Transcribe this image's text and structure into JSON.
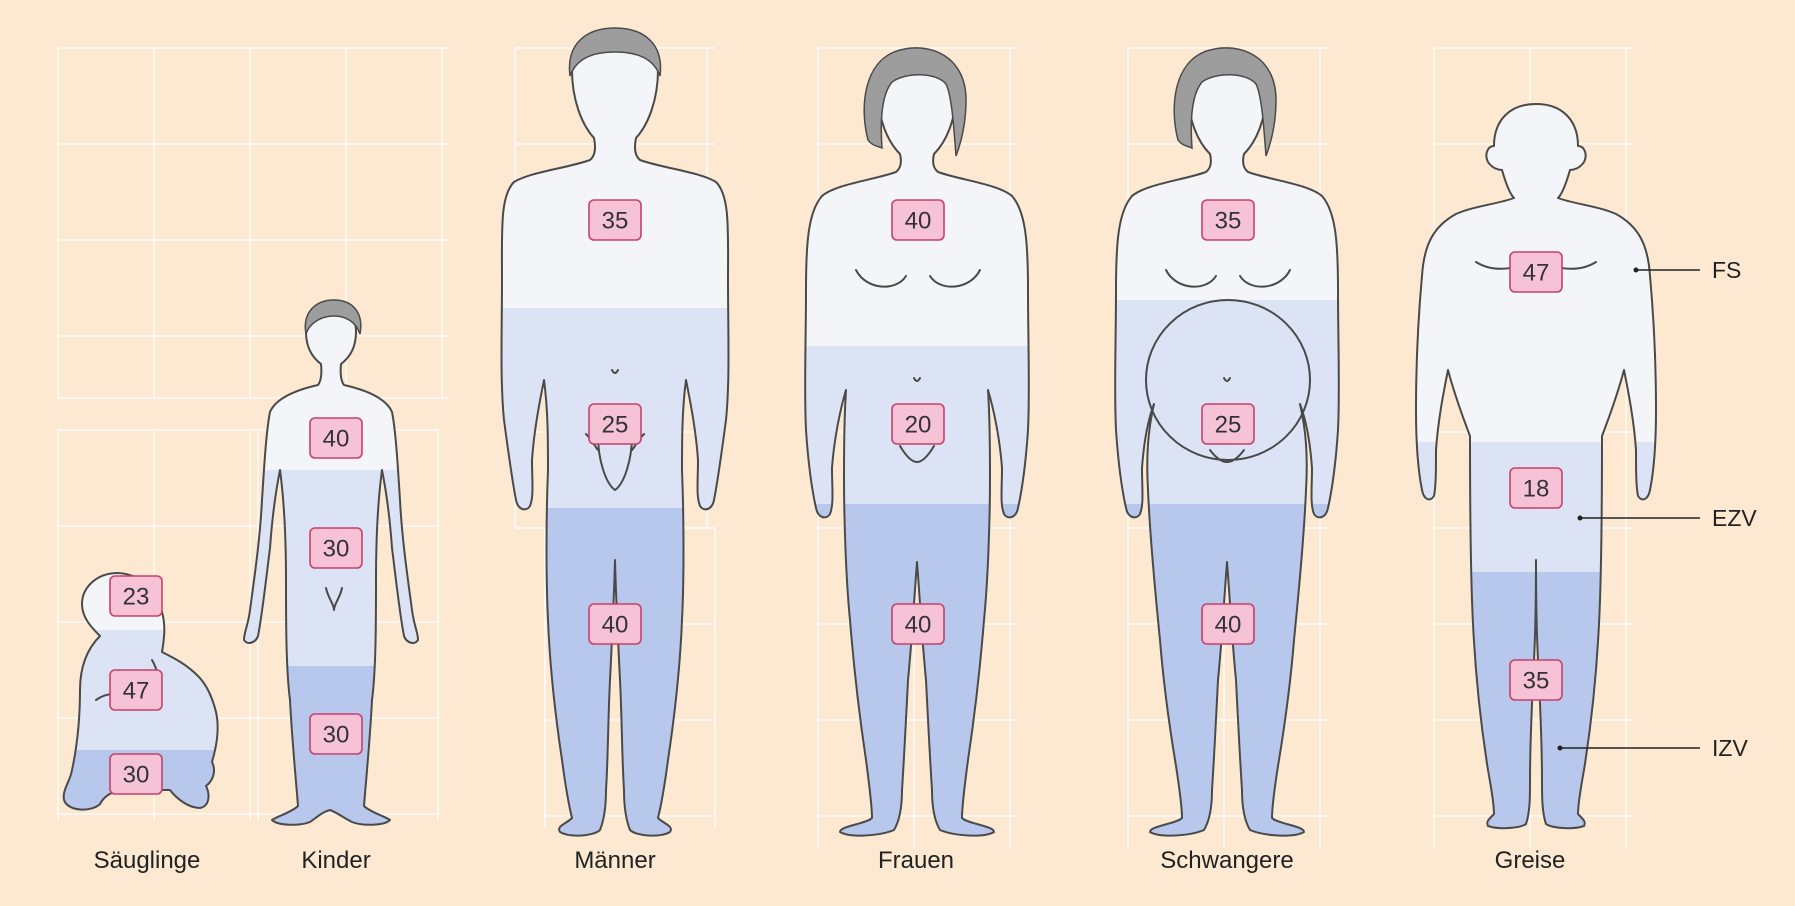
{
  "colors": {
    "background": "#fde9d2",
    "skin": "#f4f5f8",
    "outline": "#4a4a4a",
    "hair": "#9d9d9d",
    "ezv_fill": "#dbe3f5",
    "izv_fill": "#b8c8ec",
    "badge_fill": "#f6c2d6",
    "badge_border": "#c7406d",
    "grid": "#ffffff"
  },
  "figures": [
    {
      "id": "saeuglinge",
      "label": "Säuglinge",
      "values": [
        "23",
        "47",
        "30"
      ]
    },
    {
      "id": "kinder",
      "label": "Kinder",
      "values": [
        "40",
        "30",
        "30"
      ]
    },
    {
      "id": "maenner",
      "label": "Männer",
      "values": [
        "35",
        "25",
        "40"
      ]
    },
    {
      "id": "frauen",
      "label": "Frauen",
      "values": [
        "40",
        "20",
        "40"
      ]
    },
    {
      "id": "schwangere",
      "label": "Schwangere",
      "values": [
        "35",
        "25",
        "40"
      ]
    },
    {
      "id": "greise",
      "label": "Greise",
      "values": [
        "47",
        "18",
        "35"
      ]
    }
  ],
  "legend": {
    "fs": "FS",
    "ezv": "EZV",
    "izv": "IZV"
  }
}
